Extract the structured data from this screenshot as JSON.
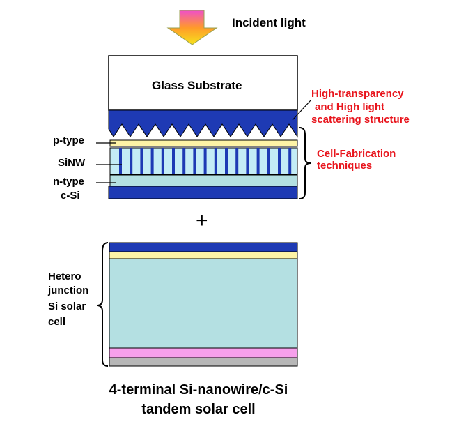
{
  "incident_light": "Incident light",
  "glass_substrate": "Glass Substrate",
  "annotations": {
    "scattering_line1": "High-transparency",
    "scattering_line2": "and High light",
    "scattering_line3": "scattering structure",
    "fabrication_line1": "Cell-Fabrication",
    "fabrication_line2": "techniques"
  },
  "layer_labels": {
    "p_type": "p-type",
    "sinw": "SiNW",
    "n_type": "n-type",
    "c_si": "c-Si"
  },
  "plus_sign": "+",
  "bottom_cell_label": {
    "line1": "Hetero",
    "line2": "junction",
    "line3": "Si solar",
    "line4": "cell"
  },
  "caption": {
    "line1": "4-terminal Si-nanowire/c-Si",
    "line2": "tandem solar cell"
  },
  "colors": {
    "dark_blue": "#1e3ab4",
    "pale_yellow": "#fdf3a6",
    "light_cyan": "#c4ecf6",
    "pale_teal": "#b4e0e2",
    "pink": "#f7a0ec",
    "gray": "#b7b7b7",
    "annotation_red": "#e8141c"
  }
}
